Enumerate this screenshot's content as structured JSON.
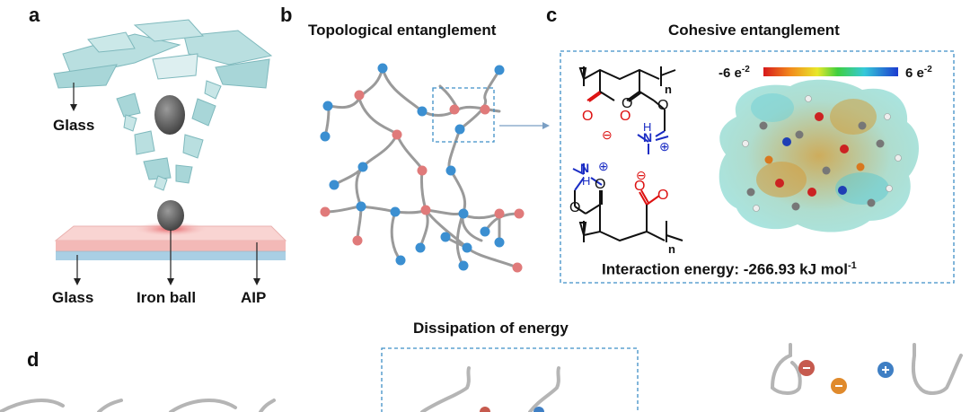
{
  "panels": {
    "a": {
      "letter": "a",
      "labels": {
        "glass_top": "Glass",
        "glass_bottom": "Glass",
        "iron_ball": "Iron ball",
        "aip": "AIP"
      }
    },
    "b": {
      "letter": "b",
      "title": "Topological entanglement"
    },
    "c": {
      "letter": "c",
      "title": "Cohesive entanglement",
      "scale_min": "-6 e",
      "scale_min_exp": "-2",
      "scale_max": "6 e",
      "scale_max_exp": "-2",
      "subscript_n": "n",
      "subscript_n2": "n",
      "charge_minus": "⊖",
      "charge_plus": "⊕",
      "atom_n": "N",
      "atom_h": "H",
      "interaction_prefix": "Interaction energy: -266.93 kJ mol",
      "interaction_exp": "-1"
    },
    "d": {
      "letter": "d",
      "title": "Dissipation of energy"
    }
  },
  "colors": {
    "red_node": "#e07a7a",
    "blue_node": "#3b8fd1",
    "dashed_box": "#3f8fc7",
    "chain": "#9a9a9a"
  }
}
